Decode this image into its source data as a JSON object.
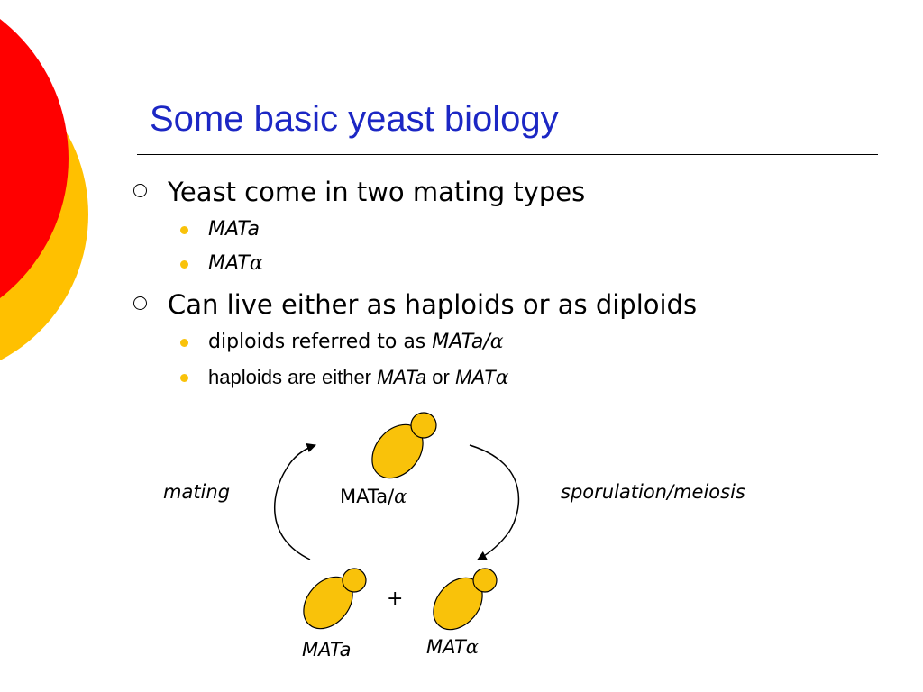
{
  "colors": {
    "title_blue": "#1c27c4",
    "red": "#ff0000",
    "gold": "#ffc000",
    "cell_fill": "#f9c20a",
    "bullet_gold": "#f9c20a"
  },
  "slide": {
    "title": "Some basic yeast biology",
    "bullets": [
      {
        "text": "Yeast come in two mating types",
        "subs": [
          {
            "italic_prefix": "MATa",
            "greek": ""
          },
          {
            "italic_prefix": "MAT",
            "greek": "α"
          }
        ]
      },
      {
        "text": "Can live either as haploids or as diploids",
        "subs": [
          {
            "plain": "diploids referred to as ",
            "italic_prefix": "MATa/",
            "greek": "α"
          },
          {
            "plain": "haploids are either ",
            "italic_a": "MATa",
            "mid": " or ",
            "italic_prefix": "MAT",
            "greek": "α"
          }
        ]
      }
    ]
  },
  "diagram": {
    "mating_label": "mating",
    "sporulation_label": "sporulation/meiosis",
    "diploid_label_prefix": "MATa/",
    "diploid_label_greek": "α",
    "plus": "+",
    "haploid_a_label": "MATa",
    "haploid_alpha_prefix": "MAT",
    "haploid_alpha_greek": "α"
  }
}
